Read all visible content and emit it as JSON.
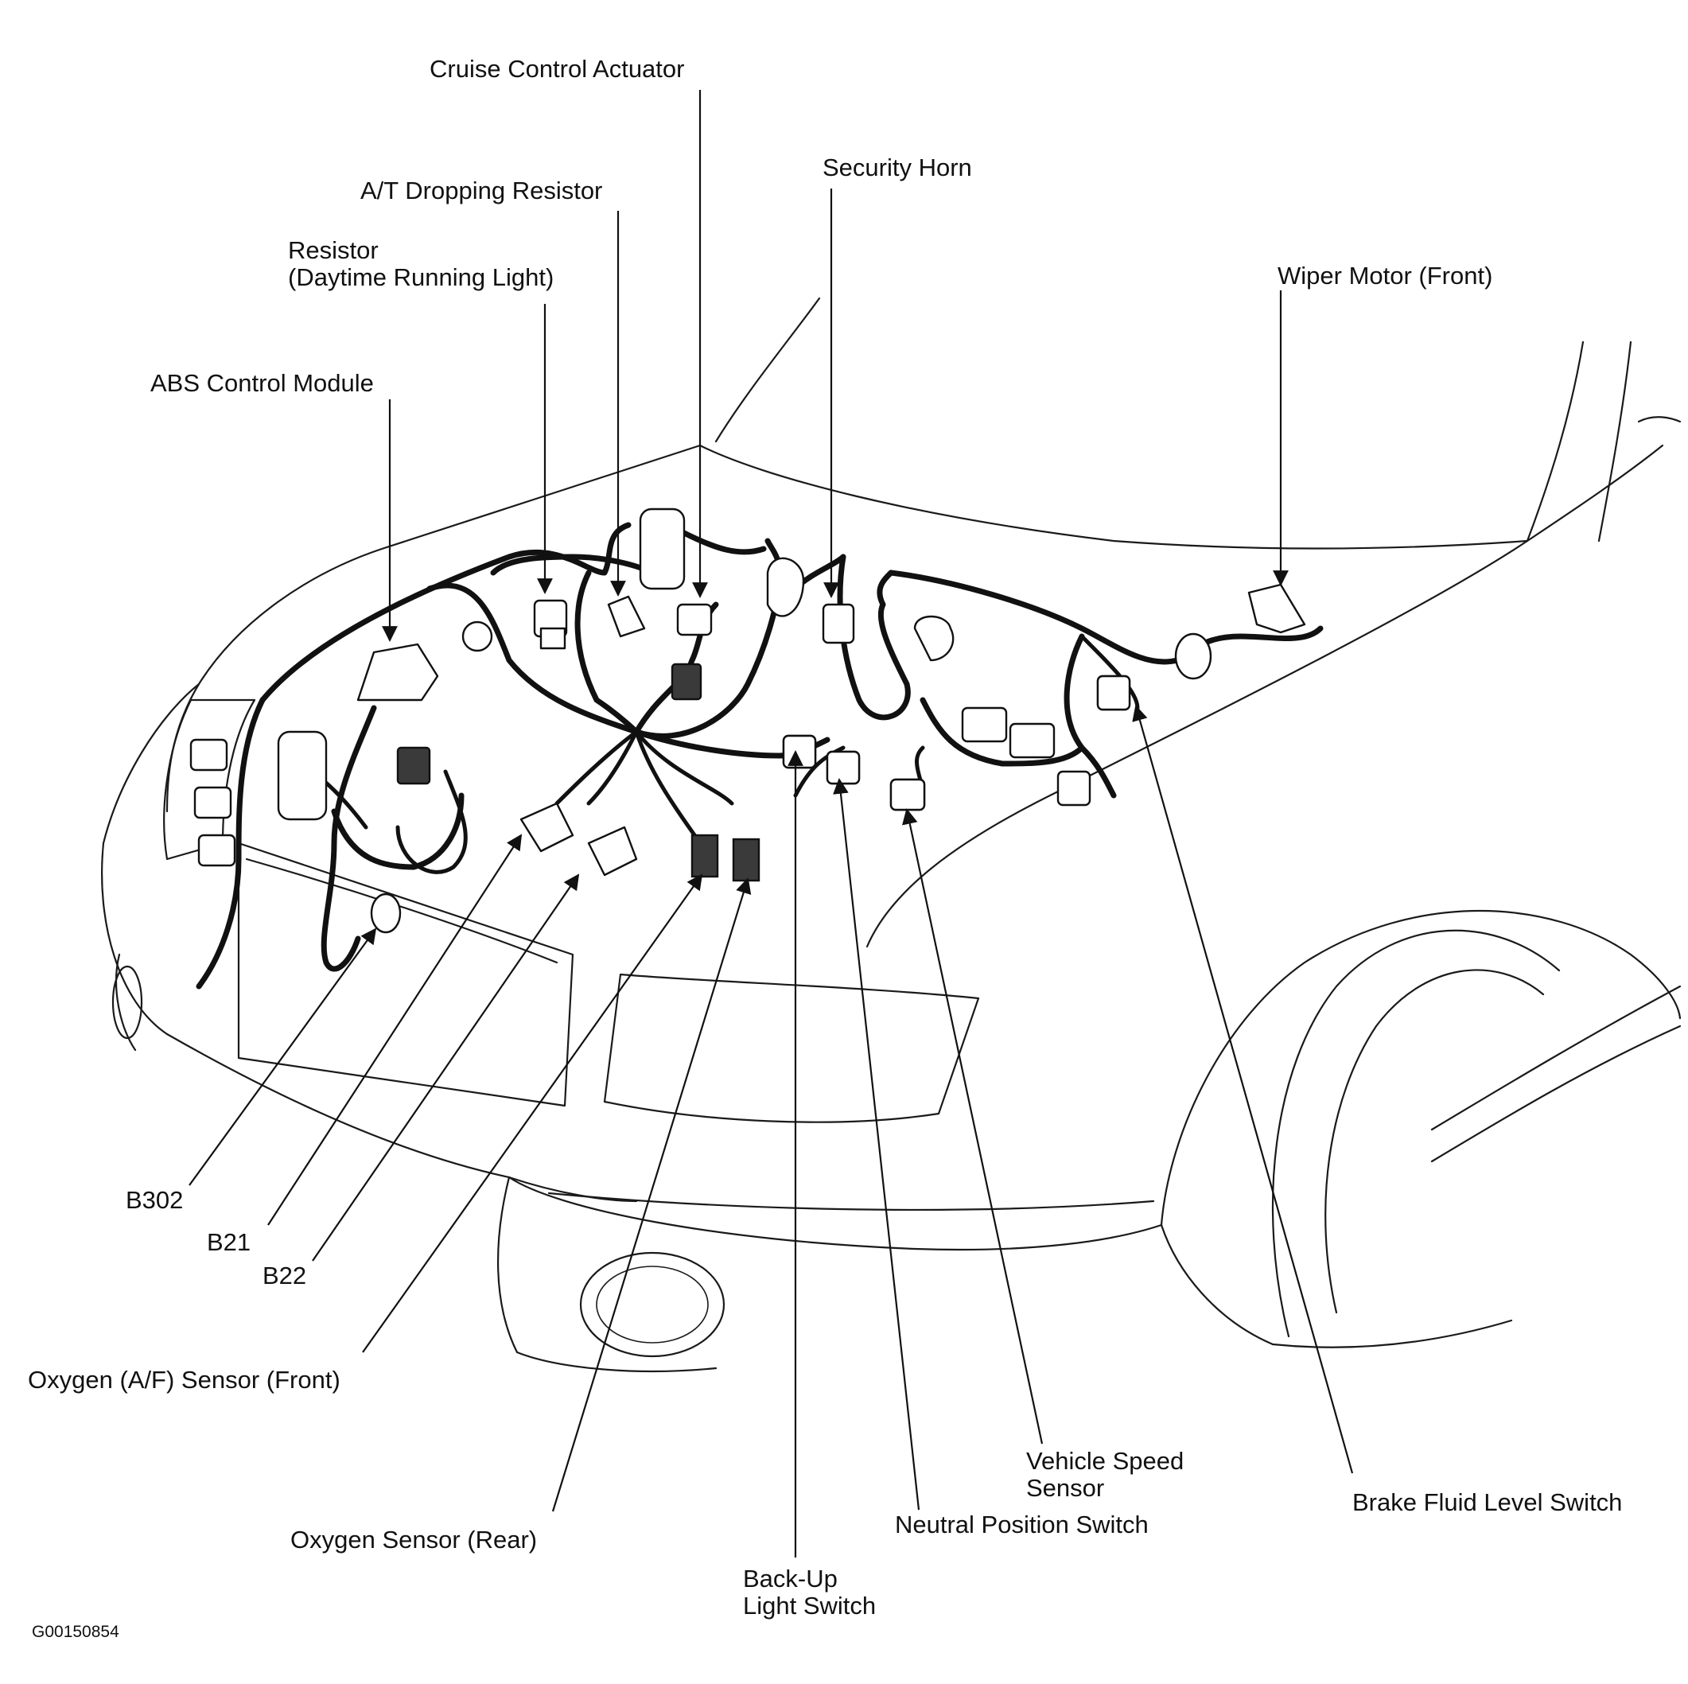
{
  "figure_id": "G00150854",
  "labels": {
    "cruise_control_actuator": "Cruise Control Actuator",
    "at_dropping_resistor": "A/T Dropping Resistor",
    "security_horn": "Security Horn",
    "resistor": "Resistor",
    "resistor_drl": "(Daytime Running Light)",
    "wiper_motor_front": "Wiper Motor (Front)",
    "abs_control_module": "ABS Control Module",
    "b302": "B302",
    "b21": "B21",
    "b22": "B22",
    "oxygen_af_sensor_front": "Oxygen (A/F) Sensor (Front)",
    "oxygen_sensor_rear": "Oxygen Sensor (Rear)",
    "backup_light_switch_1": "Back-Up",
    "backup_light_switch_2": "Light Switch",
    "neutral_position_switch": "Neutral Position Switch",
    "vehicle_speed_sensor_1": "Vehicle Speed",
    "vehicle_speed_sensor_2": "Sensor",
    "brake_fluid_level_switch": "Brake Fluid Level Switch"
  }
}
